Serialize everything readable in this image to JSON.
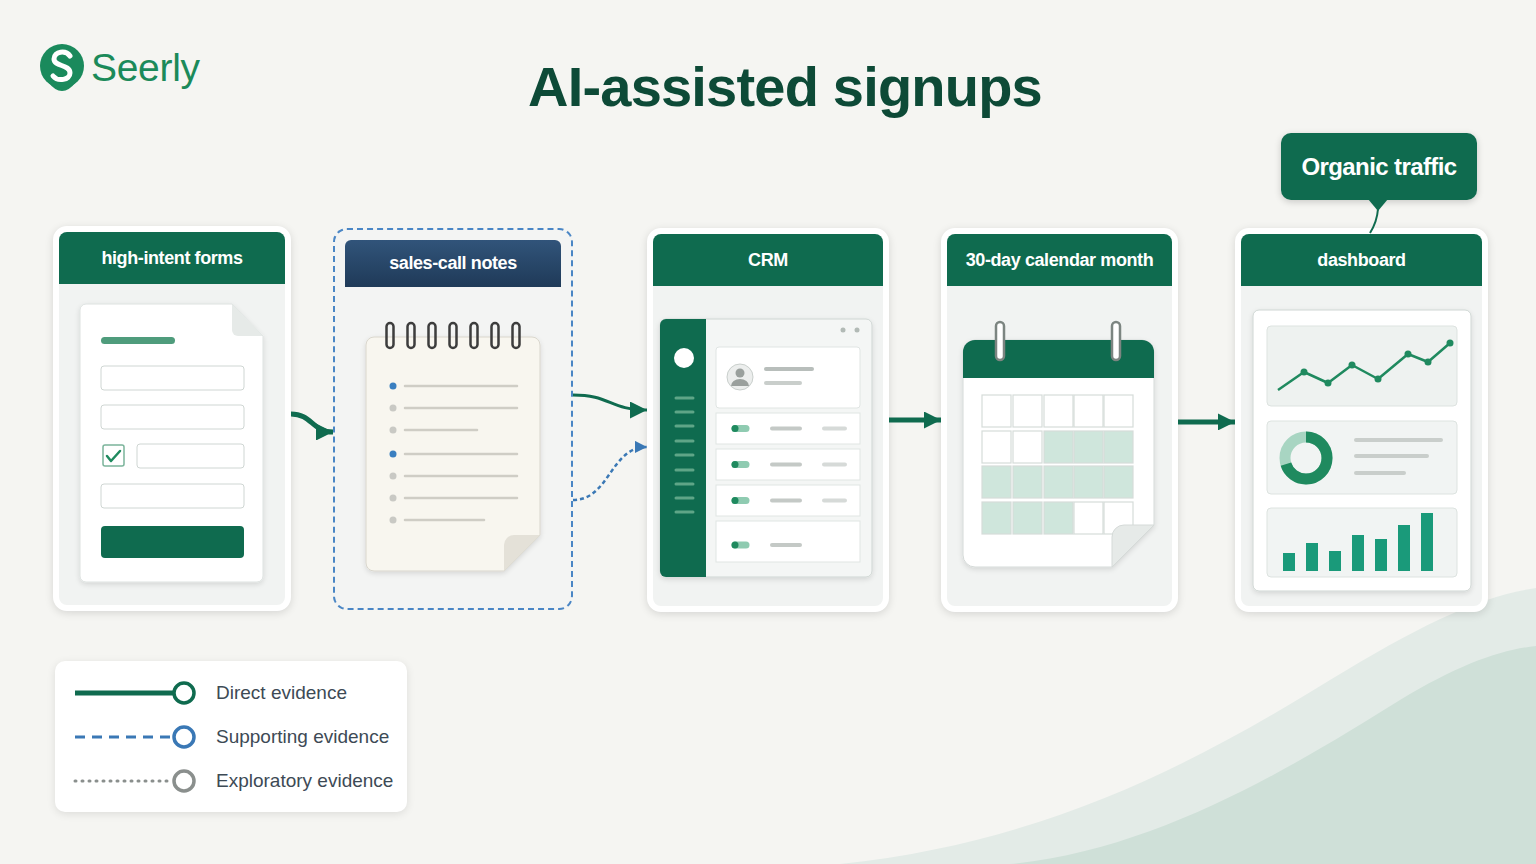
{
  "diagram": {
    "title": "AI-assisted signups",
    "nodes": [
      {
        "text": [
          "high-intent forms"
        ]
      },
      {
        "text": [
          "sales-call notes"
        ]
      },
      {
        "text": [
          "CRM"
        ]
      },
      {
        "text": [
          "30-day calendar month"
        ]
      },
      {
        "text": [
          "dashboard"
        ]
      },
      {
        "text": [
          "Organic traffic"
        ]
      }
    ],
    "edges": [
      {
        "from": 0,
        "to": 1,
        "arrow": "to"
      },
      {
        "from": 1,
        "to": 2,
        "arrow": "to"
      },
      {
        "from": 1,
        "to": 2,
        "arrow": "to"
      },
      {
        "from": 2,
        "to": 3,
        "arrow": "to"
      },
      {
        "from": 3,
        "to": 4,
        "arrow": "to"
      }
    ],
    "labels": [
      "Seerly"
    ],
    "legend": [
      {
        "text": "Direct evidence"
      },
      {
        "text": "Supporting evidence"
      },
      {
        "text": "Exploratory evidence"
      }
    ]
  }
}
